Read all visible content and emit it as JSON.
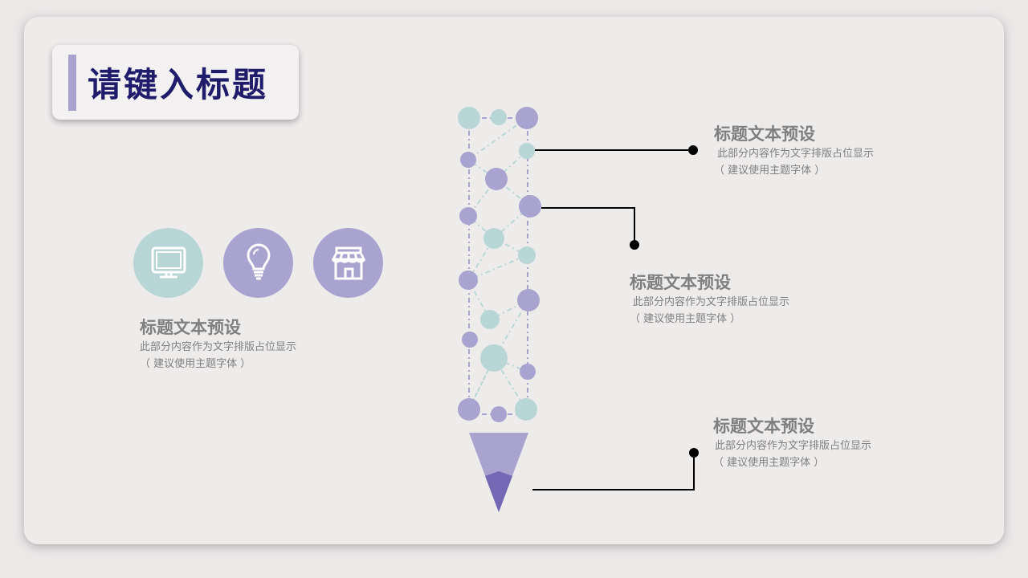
{
  "title": "请键入标题",
  "colors": {
    "teal": "#b8d6d6",
    "purple": "#a8a3cf",
    "dark_purple": "#7468b5",
    "navy": "#1f1d6b"
  },
  "icons": [
    {
      "name": "monitor-icon",
      "color": "#b8d6d6"
    },
    {
      "name": "lightbulb-icon",
      "color": "#a8a3cf"
    },
    {
      "name": "store-icon",
      "color": "#a8a3cf"
    }
  ],
  "blocks": [
    {
      "heading": "标题文本预设",
      "line1": "此部分内容作为文字排版占位显示",
      "line2": "（ 建议使用主题字体 ）"
    },
    {
      "heading": "标题文本预设",
      "line1": "此部分内容作为文字排版占位显示",
      "line2": "（ 建议使用主题字体 ）"
    },
    {
      "heading": "标题文本预设",
      "line1": "此部分内容作为文字排版占位显示",
      "line2": "（ 建议使用主题字体 ）"
    },
    {
      "heading": "标题文本预设",
      "line1": "此部分内容作为文字排版占位显示",
      "line2": "（ 建议使用主题字体 ）"
    }
  ]
}
